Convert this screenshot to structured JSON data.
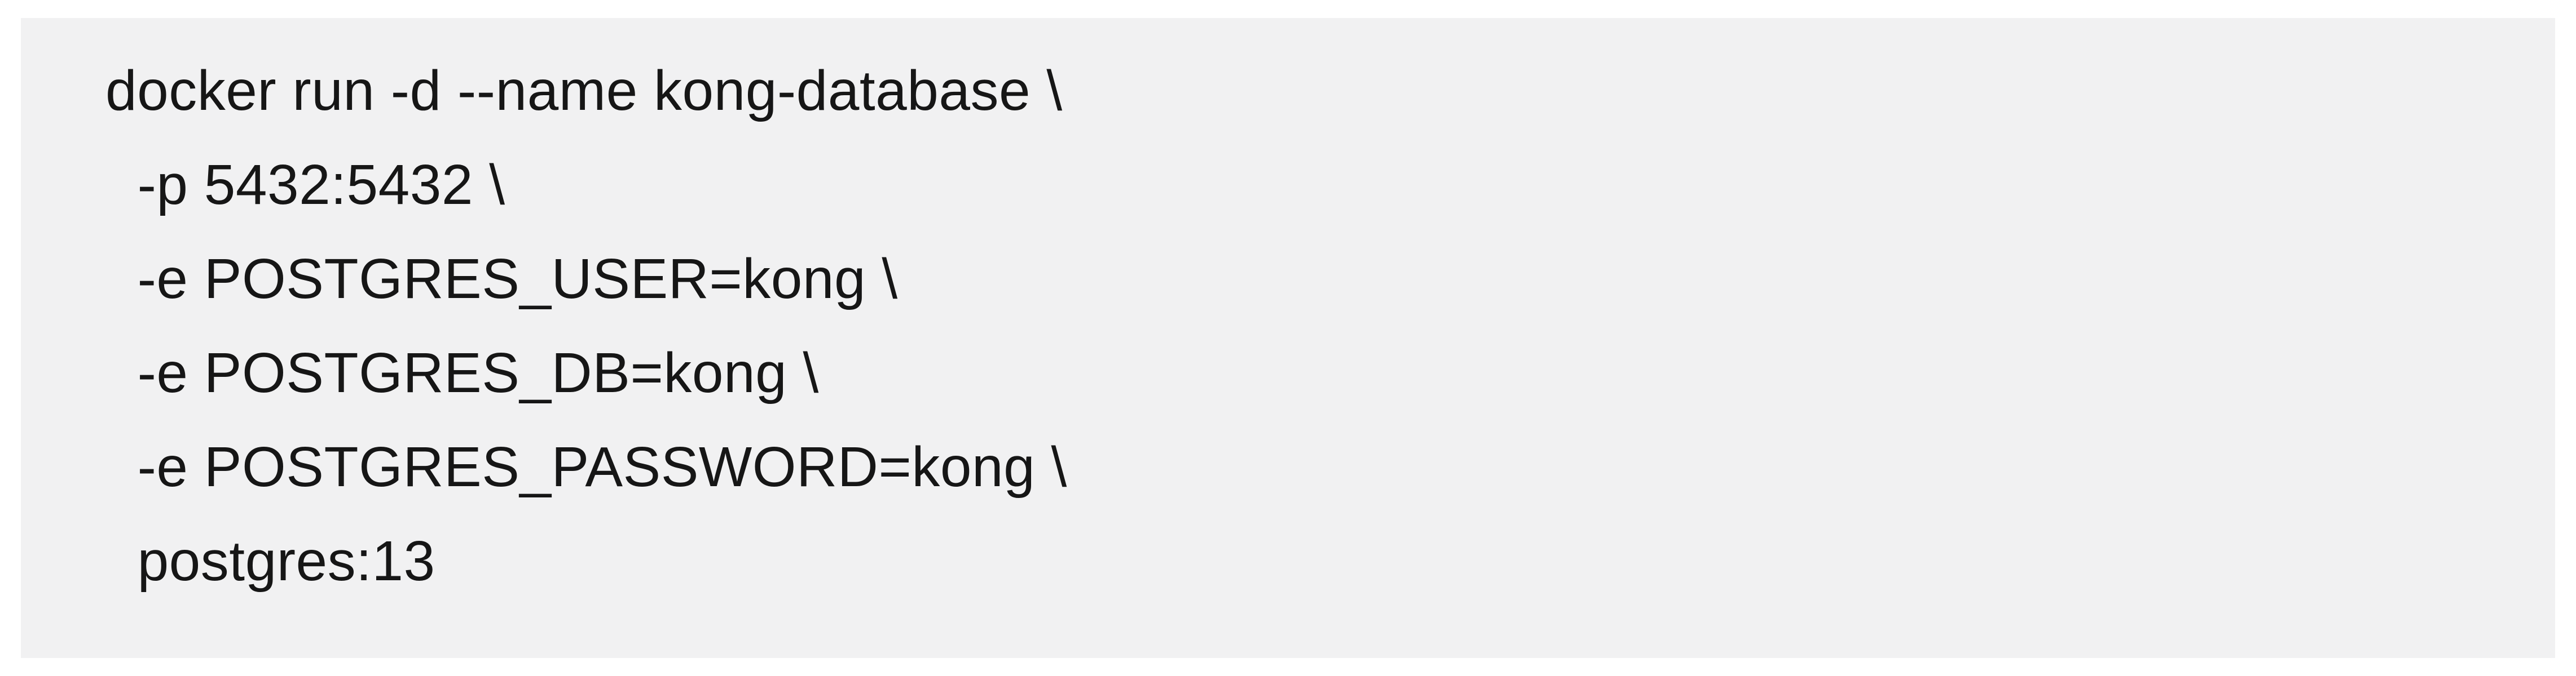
{
  "code_block": {
    "text": "docker run -d --name kong-database \\\n  -p 5432:5432 \\\n  -e POSTGRES_USER=kong \\\n  -e POSTGRES_DB=kong \\\n  -e POSTGRES_PASSWORD=kong \\\n  postgres:13",
    "lines": [
      "docker run -d --name kong-database \\",
      "  -p 5432:5432 \\",
      "  -e POSTGRES_USER=kong \\",
      "  -e POSTGRES_DB=kong \\",
      "  -e POSTGRES_PASSWORD=kong \\",
      "  postgres:13"
    ]
  },
  "colors": {
    "page_bg": "#ffffff",
    "panel_bg": "#f1f1f2",
    "text": "#161616"
  }
}
